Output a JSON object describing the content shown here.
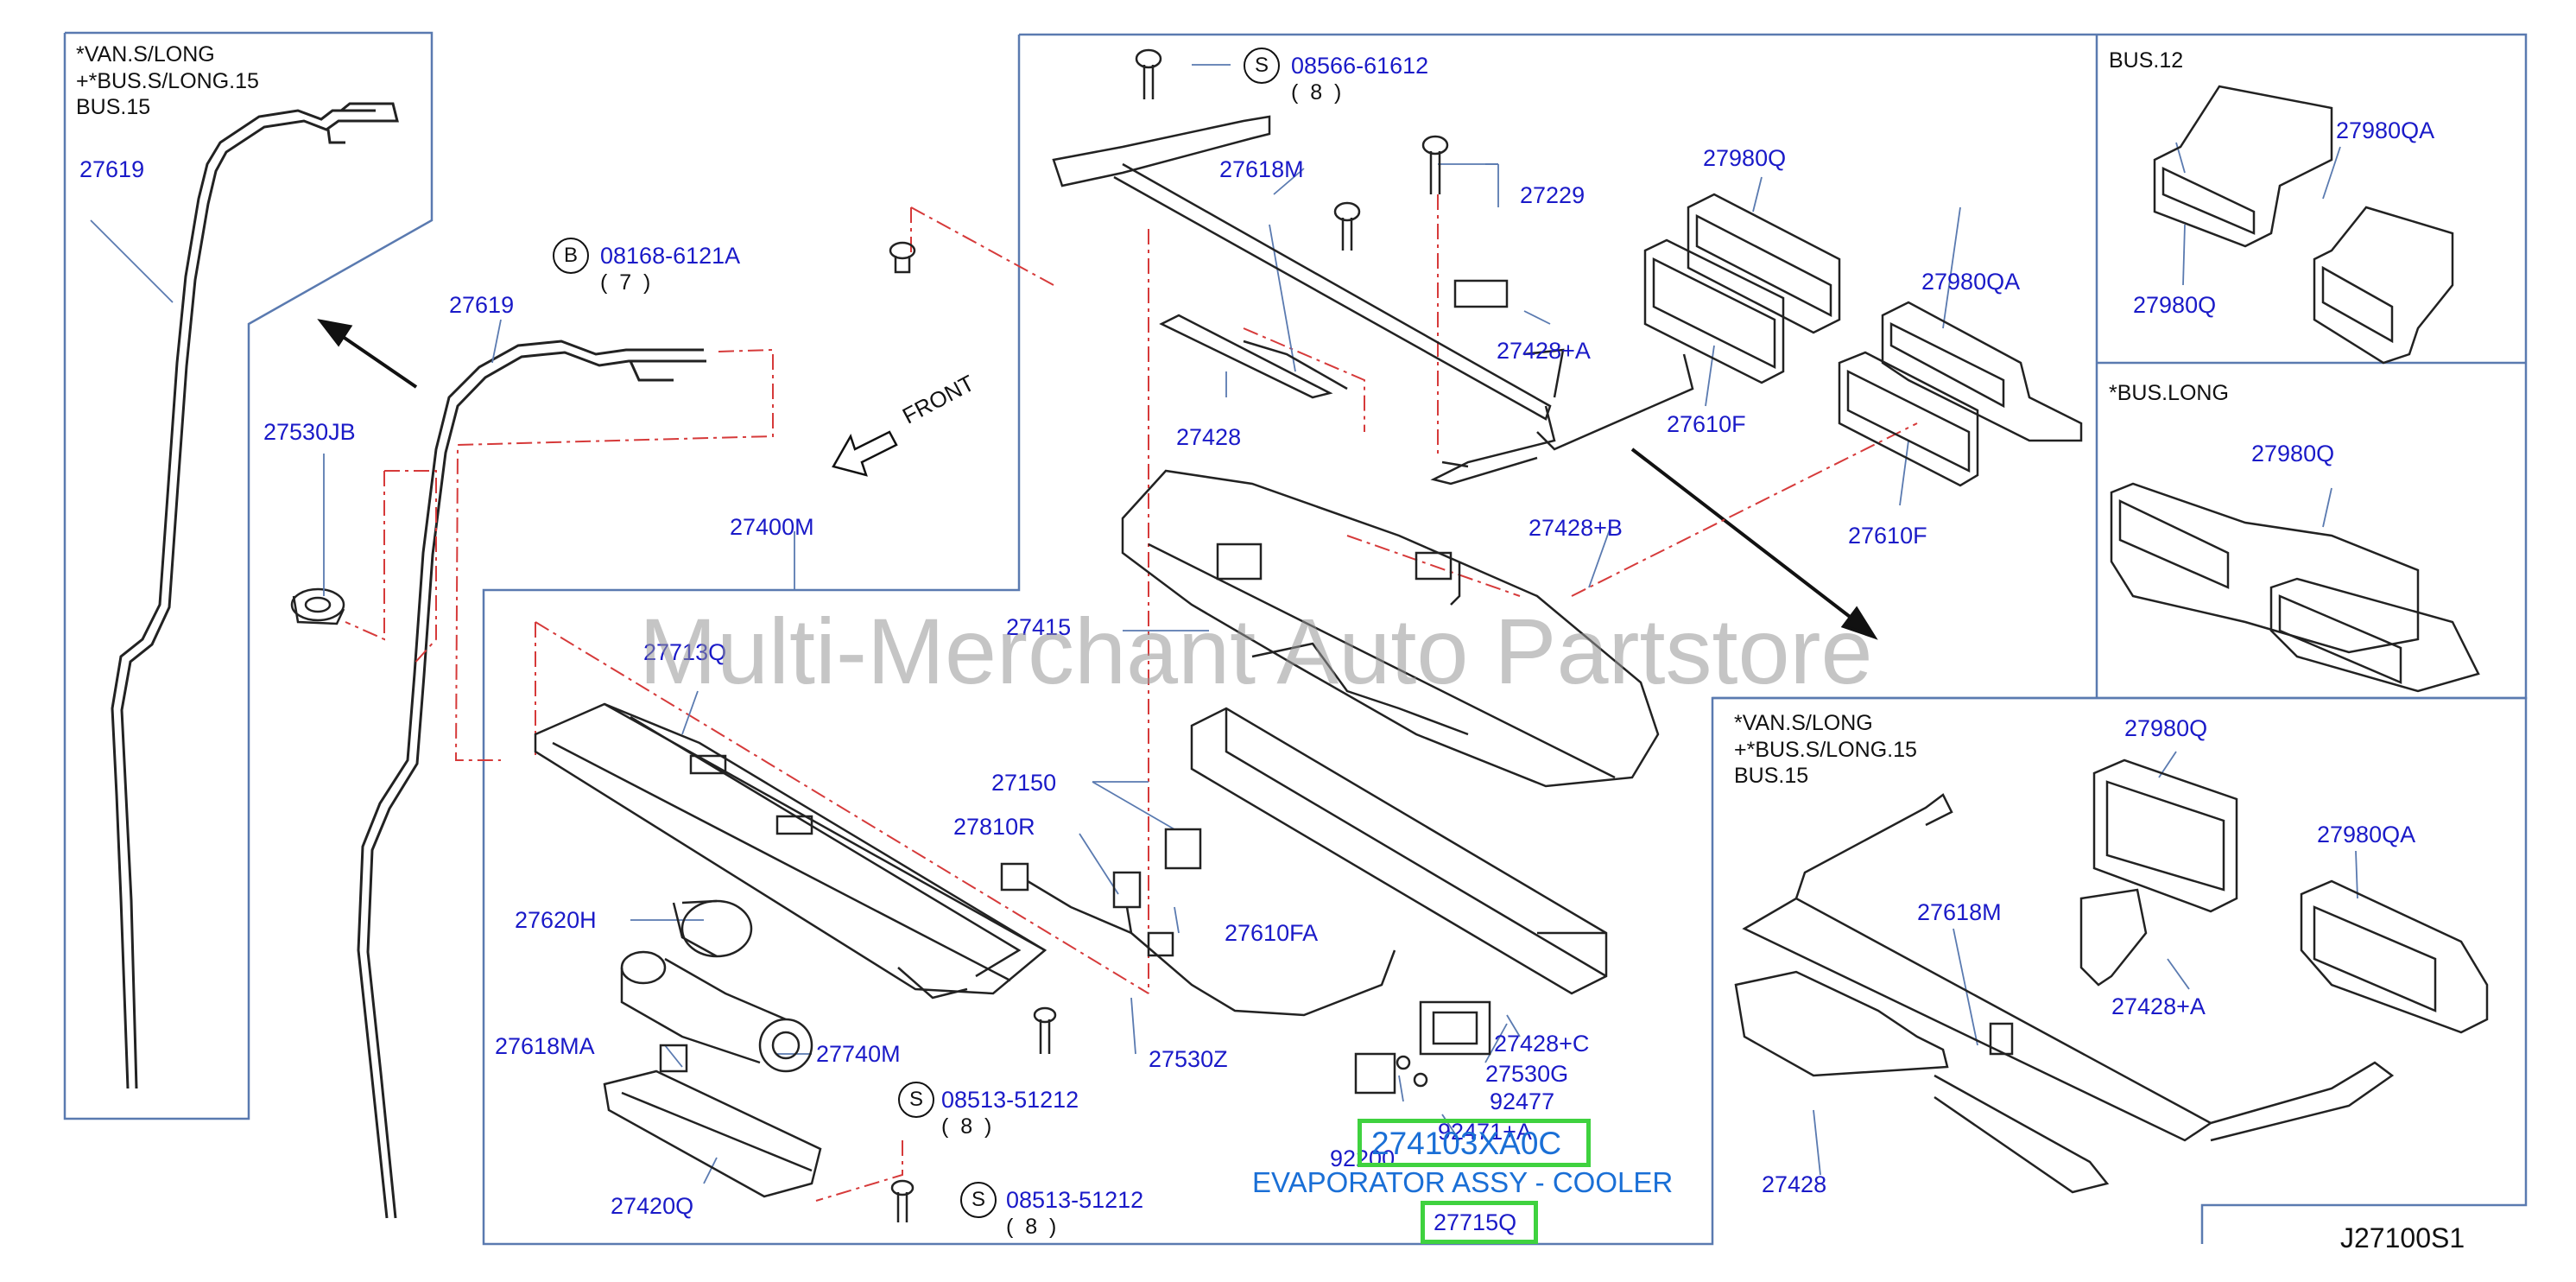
{
  "diagram": {
    "id": "J27100S1",
    "watermark": "Multi-Merchant Auto Partstore",
    "front_label": "FRONT",
    "notes": {
      "van_long_top_left": "*VAN.S/LONG\n+*BUS.S/LONG.15\nBUS.15",
      "bus12": "BUS.12",
      "bus_long": "*BUS.LONG",
      "van_long_bottom_right": "*VAN.S/LONG\n+*BUS.S/LONG.15\nBUS.15"
    },
    "fasteners": [
      {
        "symbol": "S",
        "part": "08566-61612",
        "qty": "(  8  )"
      },
      {
        "symbol": "B",
        "part": "08168-6121A",
        "qty": "(  7  )"
      },
      {
        "symbol": "S",
        "part": "08513-51212",
        "qty": "(  8  )"
      },
      {
        "symbol": "S",
        "part": "08513-51212",
        "qty": "(  8  )"
      }
    ],
    "parts": {
      "p27619_a": "27619",
      "p27619_b": "27619",
      "p27530JB": "27530JB",
      "p27400M": "27400M",
      "p27713Q": "27713Q",
      "p27620H": "27620H",
      "p27618MA": "27618MA",
      "p27740M": "27740M",
      "p27420Q": "27420Q",
      "p27150": "27150",
      "p27810R": "27810R",
      "p27610FA": "27610FA",
      "p27530Z": "27530Z",
      "p27618M_top": "27618M",
      "p27229": "27229",
      "p27428A_top": "27428+A",
      "p27428_top": "27428",
      "p27415": "27415",
      "p27980Q_top": "27980Q",
      "p27610F_a": "27610F",
      "p27980QA_top": "27980QA",
      "p27610F_b": "27610F",
      "p27428B": "27428+B",
      "p27428C": "27428+C",
      "p27530G": "27530G",
      "p92477": "92477",
      "p92471A": "92471+A",
      "p92200": "92200",
      "p27715Q": "27715Q",
      "p27980Q_bus12": "27980Q",
      "p27980QA_bus12": "27980QA",
      "p27980Q_buslong": "27980Q",
      "p27980Q_br": "27980Q",
      "p27980QA_br": "27980QA",
      "p27618M_br": "27618M",
      "p27428A_br": "27428+A",
      "p27428_br": "27428"
    },
    "highlight": {
      "part_number": "274103XA0C",
      "description": "EVAPORATOR ASSY - COOLER"
    }
  }
}
